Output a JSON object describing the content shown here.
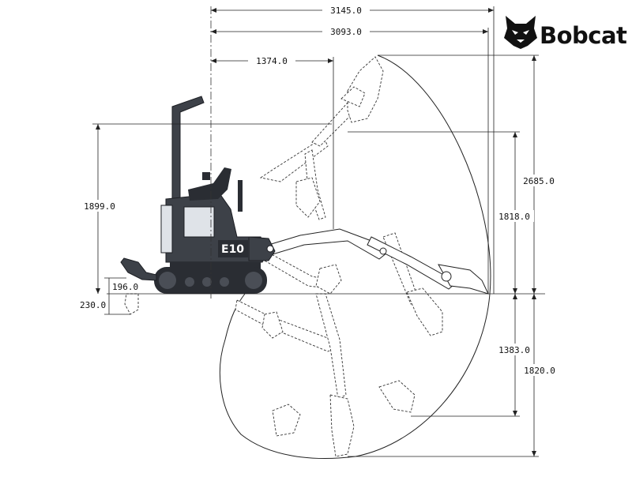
{
  "brand": {
    "name": "Bobcat",
    "logo_icon": "bobcat-head-icon"
  },
  "machine": {
    "badge": "E10"
  },
  "dimensions": {
    "top_overall": "3145.0",
    "top_second": "3093.0",
    "top_short": "1374.0",
    "left_height": "1899.0",
    "blade_lift": "196.0",
    "blade_drop": "230.0",
    "right_outer_height": "2685.0",
    "right_inner_height": "1818.0",
    "right_inner_depth": "1383.0",
    "right_outer_depth": "1820.0"
  },
  "colors": {
    "machine_body": "#3d4148",
    "machine_dark": "#2a2d33",
    "line": "#222222"
  }
}
